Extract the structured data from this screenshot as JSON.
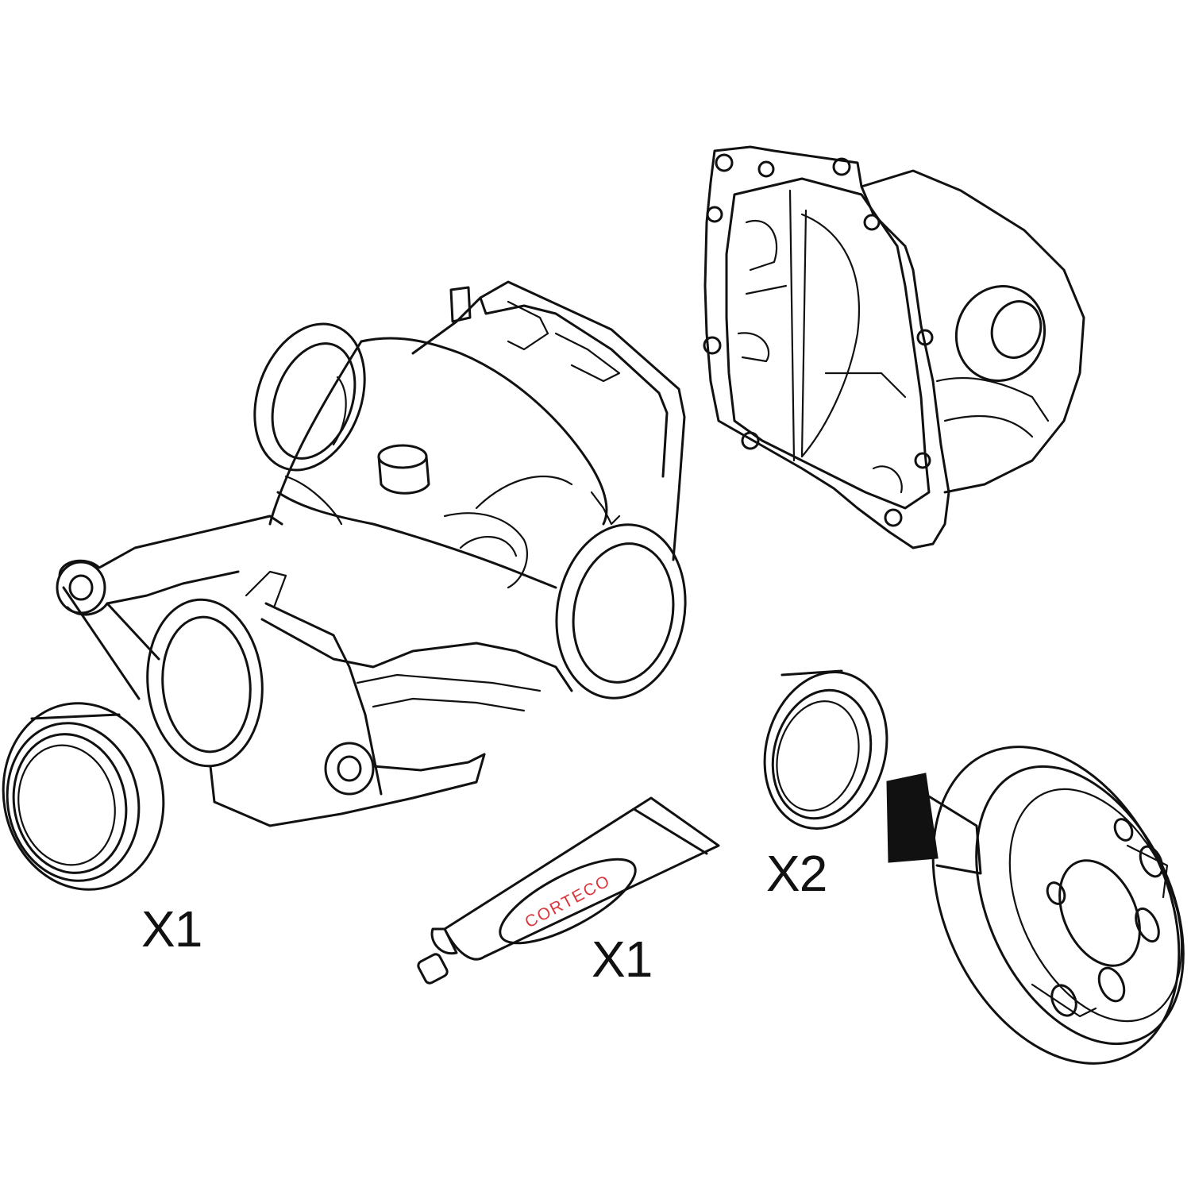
{
  "labels": {
    "seal_left_qty": "X1",
    "tube_qty": "X1",
    "seal_pair_qty": "X2",
    "tube_brand": "CORTECO"
  },
  "colors": {
    "line": "#111111",
    "background": "#ffffff",
    "brand_red": "#d9373b",
    "shaft_fill": "#111111"
  },
  "parts": {
    "differential_housing": "differential-housing-icon",
    "housing_cover": "housing-cover-icon",
    "seal_left": "shaft-seal-icon",
    "seal_small": "shaft-seal-icon",
    "sealant_tube": "sealant-tube-icon",
    "output_flange": "output-flange-icon"
  }
}
